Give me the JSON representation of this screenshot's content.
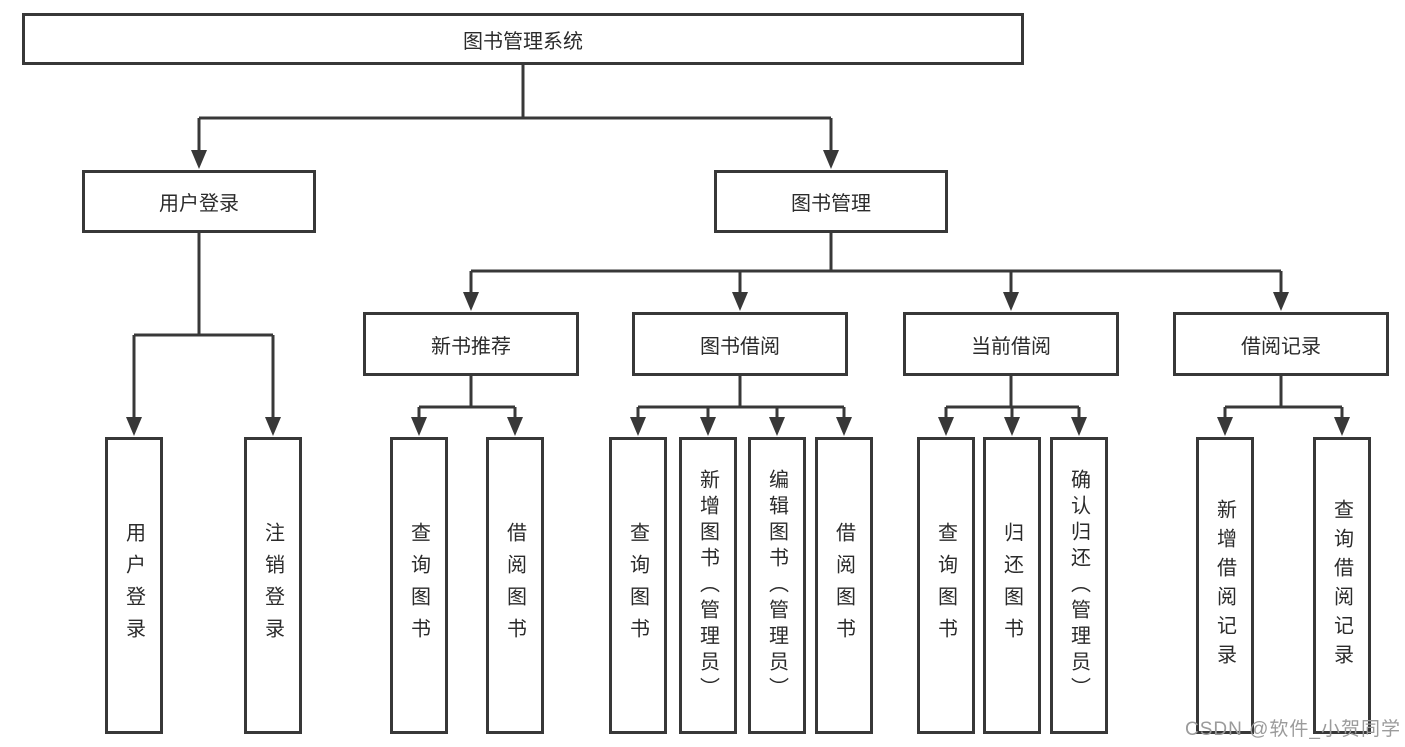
{
  "colors": {
    "line": "#383838",
    "box_border": "#383838",
    "text": "#2b2b2b",
    "background": "#ffffff",
    "watermark": "#9b9b9b"
  },
  "diagram": {
    "root": {
      "label": "图书管理系统"
    },
    "level2": [
      {
        "label": "用户登录"
      },
      {
        "label": "图书管理"
      }
    ],
    "level3": [
      {
        "label": "新书推荐",
        "parent": "图书管理"
      },
      {
        "label": "图书借阅",
        "parent": "图书管理"
      },
      {
        "label": "当前借阅",
        "parent": "图书管理"
      },
      {
        "label": "借阅记录",
        "parent": "图书管理"
      }
    ],
    "leaves": [
      {
        "label": "用户登录",
        "parent": "用户登录"
      },
      {
        "label": "注销登录",
        "parent": "用户登录"
      },
      {
        "label": "查询图书",
        "parent": "新书推荐"
      },
      {
        "label": "借阅图书",
        "parent": "新书推荐"
      },
      {
        "label": "查询图书",
        "parent": "图书借阅"
      },
      {
        "label": "新增图书（管理员）",
        "parent": "图书借阅"
      },
      {
        "label": "编辑图书（管理员）",
        "parent": "图书借阅"
      },
      {
        "label": "借阅图书",
        "parent": "图书借阅"
      },
      {
        "label": "查询图书",
        "parent": "当前借阅"
      },
      {
        "label": "归还图书",
        "parent": "当前借阅"
      },
      {
        "label": "确认归还（管理员）",
        "parent": "当前借阅"
      },
      {
        "label": "新增借阅记录",
        "parent": "借阅记录"
      },
      {
        "label": "查询借阅记录",
        "parent": "借阅记录"
      }
    ]
  },
  "watermark": "CSDN @软件_小贺同学"
}
